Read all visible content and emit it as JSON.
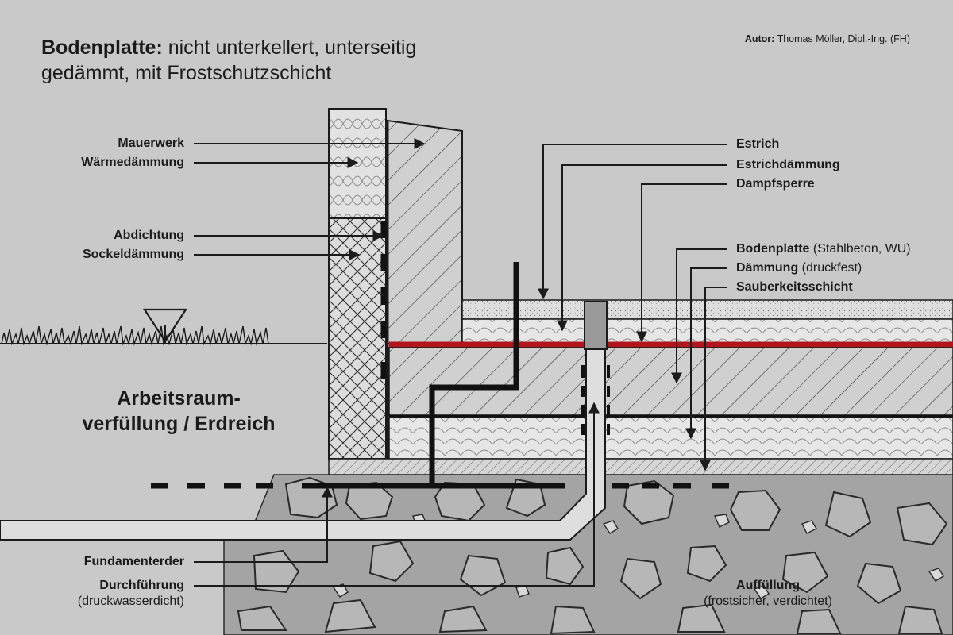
{
  "title": {
    "bold": "Bodenplatte:",
    "rest_line1": " nicht unterkellert, unterseitig",
    "line2": "gedämmt, mit Frostschutzschicht"
  },
  "author": {
    "label": "Autor:",
    "name": " Thomas Möller, Dipl.-Ing. (FH)"
  },
  "labels_left": {
    "mauerwerk": "Mauerwerk",
    "waermedaemmung": "Wärmedämmung",
    "abdichtung": "Abdichtung",
    "sockeldaemmung": "Sockeldämmung",
    "fundamenterder": "Fundamenterder",
    "durchfuehrung": "Durchführung",
    "durchfuehrung_note": "(druckwasserdicht)"
  },
  "labels_right": {
    "estrich": "Estrich",
    "estrichdaemmung": "Estrichdämmung",
    "dampfsperre": "Dampfsperre",
    "bodenplatte": "Bodenplatte",
    "bodenplatte_note": " (Stahlbeton, WU)",
    "daemmung": "Dämmung",
    "daemmung_note": " (druckfest)",
    "sauberkeitsschicht": "Sauberkeitsschicht",
    "auffuellung": "Auffüllung",
    "auffuellung_note": "(frostsicher, verdichtet)"
  },
  "ground_text": {
    "line1": "Arbeitsraum-",
    "line2": "verfüllung / Erdreich"
  },
  "colors": {
    "background": "#c9c9c9",
    "dampfsperre": "#b3151d",
    "gravel": "#a4a4a4",
    "line": "#1b1b1b"
  }
}
